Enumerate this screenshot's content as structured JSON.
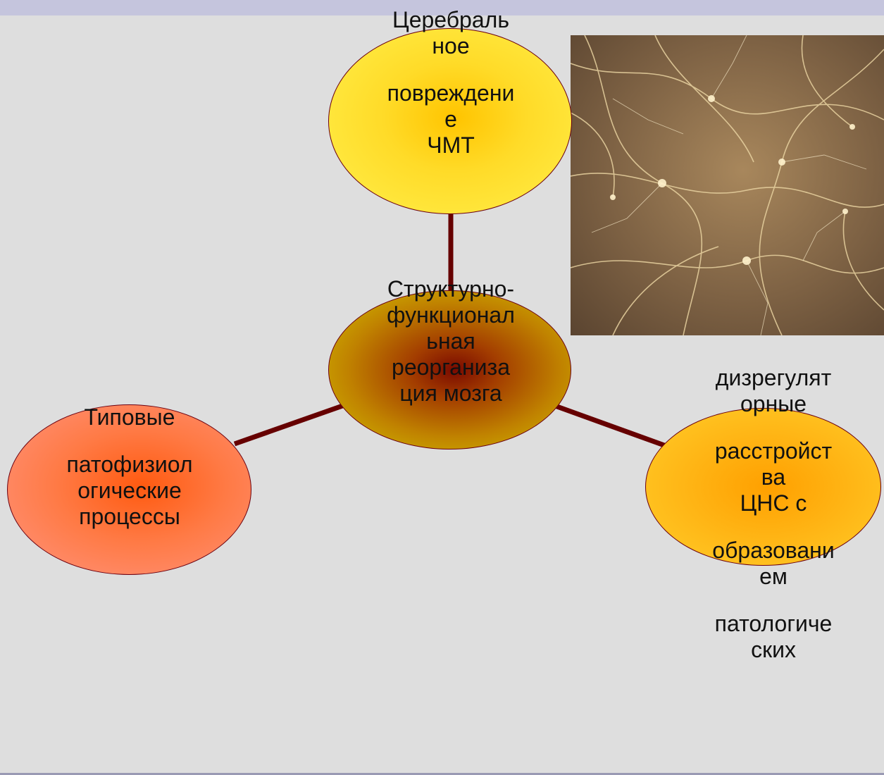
{
  "colors": {
    "background": "#dedede",
    "top_bar": "#c5c5dd",
    "connector": "#660000",
    "outline": "#6a0010"
  },
  "photo": {
    "icon": "neurons-photo"
  },
  "nodes": {
    "top": {
      "lines": [
        "Церебраль",
        "ное",
        "",
        "повреждени",
        "е",
        "ЧМТ"
      ]
    },
    "center": {
      "lines": [
        "Структурно-",
        "функционал",
        "ьная",
        "реорганиза",
        "ция мозга"
      ]
    },
    "left": {
      "lines": [
        "Типовые",
        "",
        "патофизиол",
        "огические",
        "процессы"
      ]
    },
    "right": {
      "lines": [
        "дизрегулят",
        "орные",
        "",
        "расстройст",
        "ва",
        "ЦНС с",
        "",
        "образовани",
        "ем",
        "",
        "патологиче",
        "ских"
      ]
    }
  }
}
